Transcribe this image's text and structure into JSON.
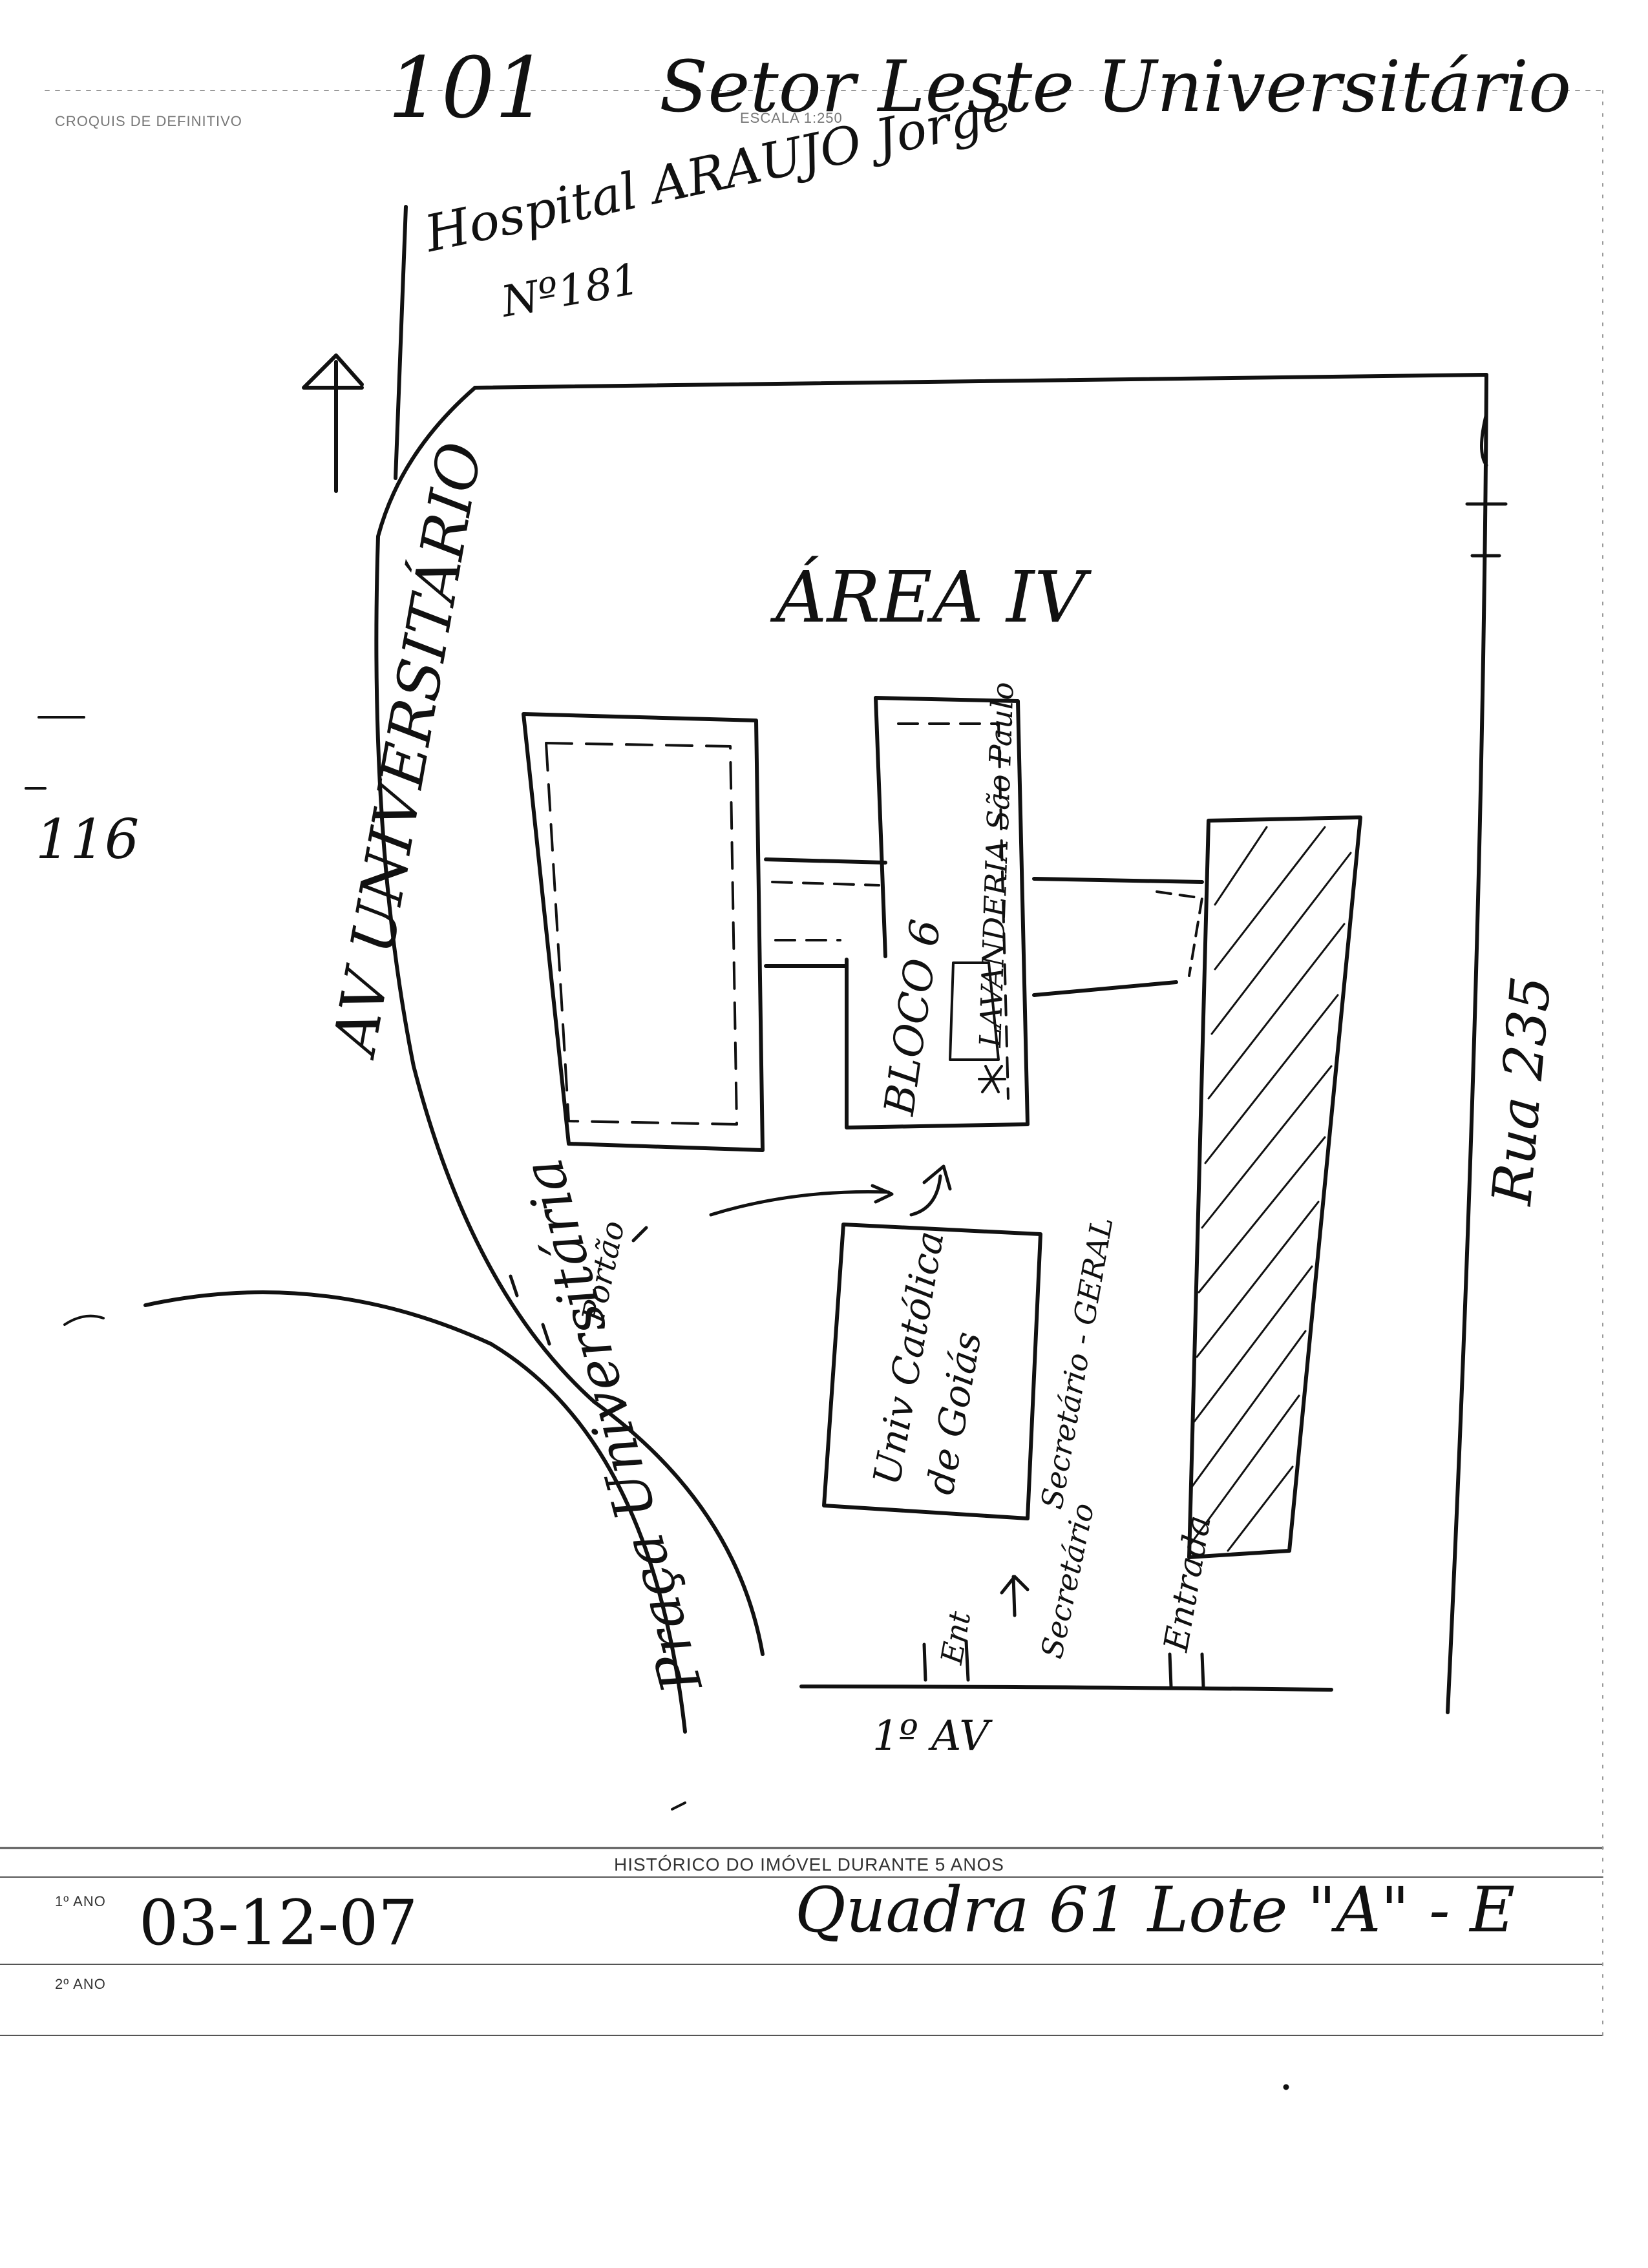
{
  "header": {
    "form_label": "CROQUIS DE DEFINITIVO",
    "scale_label": "ESCALA 1:250",
    "lot_number": "101",
    "sector_name": "Setor Leste Universitário"
  },
  "sketch": {
    "hospital_name": "Hospital ARAUJO Jorge",
    "hospital_number": "Nº181",
    "area_label": "ÁREA IV",
    "avenue_left": "AV UNIVERSITÁRIO",
    "street_left_number": "116",
    "street_right": "Rua 235",
    "building_block": "BLOCO 6",
    "building_laundry": "LAVANDERIA São Paulo",
    "building_university": "Univ Católica de Goiás",
    "gate_label": "Portão",
    "general_secretary_label": "Secretário - GERAL",
    "general_secretary_arrow_label": "Secretário",
    "entrance_label_1": "Ent",
    "entrance_label_2": "Entrada",
    "bottom_avenue": "1º AV",
    "praca_label": "Praça Universitária"
  },
  "history": {
    "title": "HISTÓRICO DO IMÓVEL DURANTE 5 ANOS",
    "rows": [
      {
        "label": "1º ANO",
        "date": "03-12-07",
        "note": "Quadra 61 Lote \"A\" - E"
      },
      {
        "label": "2º ANO",
        "date": "",
        "note": ""
      }
    ]
  }
}
